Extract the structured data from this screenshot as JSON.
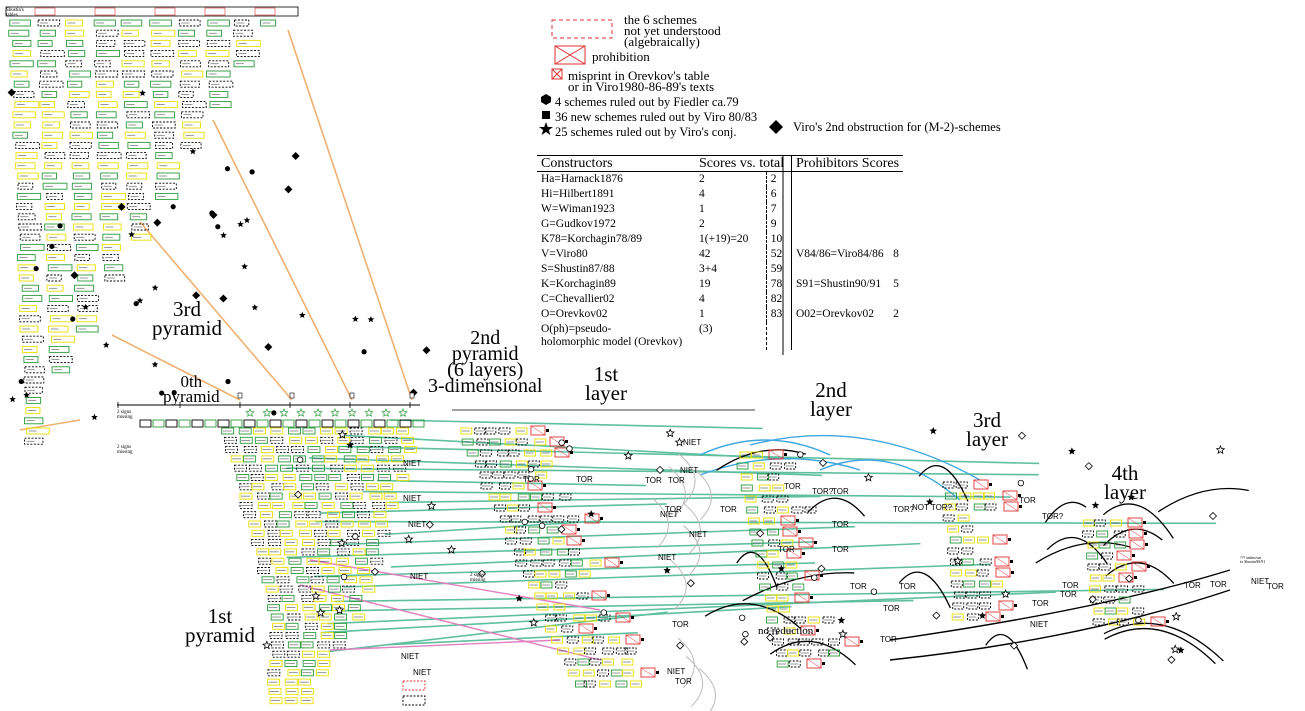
{
  "labels": {
    "pyramid3": "3rd\npyramid",
    "pyramid0": "0th\npyramid",
    "pyramid2": "2nd\npyramid\n(6 layers)\n3-dimensional",
    "pyramid1": "1st\npyramid",
    "layer1": "1st\nlayer",
    "layer2": "2nd\nlayer",
    "layer3": "3rd\nlayer",
    "layer4": "4th\nlayer",
    "no_reduction": "no reduction",
    "tor": "TOR",
    "tor_q": "TOR?",
    "niet": "NIET",
    "not_tor": "NOT TOR?"
  },
  "legend": {
    "dashed": "the 6 schemes\nnot yet understood\n(algebraically)",
    "prohibition": "prohibition",
    "misprint": "misprint in Orevkov's table\nor in Viro1980-86-89's texts",
    "fiedler": "4 schemes ruled out by Fiedler ca.79",
    "viro_new": "36 new schemes ruled out by Viro 80/83",
    "viro_conj": "25 schemes ruled out by Viro's conj.",
    "viro_2nd": "Viro's 2nd obstruction for (M-2)-schemes"
  },
  "table": {
    "headers": [
      "Constructors",
      "Scores vs. total",
      "Prohibitors Scores"
    ],
    "rows": [
      {
        "name": "Ha=Harnack1876",
        "score": "2",
        "total": "2",
        "proh": "",
        "proh_score": ""
      },
      {
        "name": "Hi=Hilbert1891",
        "score": "4",
        "total": "6",
        "proh": "",
        "proh_score": ""
      },
      {
        "name": "W=Wiman1923",
        "score": "1",
        "total": "7",
        "proh": "",
        "proh_score": ""
      },
      {
        "name": "G=Gudkov1972",
        "score": "2",
        "total": "9",
        "proh": "",
        "proh_score": ""
      },
      {
        "name": "K78=Korchagin78/89",
        "score": "1(+19)=20",
        "total": "10",
        "proh": "",
        "proh_score": ""
      },
      {
        "name": "V=Viro80",
        "score": "42",
        "total": "52",
        "proh": "V84/86=Viro84/86",
        "proh_score": "8"
      },
      {
        "name": "S=Shustin87/88",
        "score": "3+4",
        "total": "59",
        "proh": "",
        "proh_score": ""
      },
      {
        "name": "K=Korchagin89",
        "score": "19",
        "total": "78",
        "proh": "S91=Shustin90/91",
        "proh_score": "5"
      },
      {
        "name": "C=Chevallier02",
        "score": "4",
        "total": "82",
        "proh": "",
        "proh_score": ""
      },
      {
        "name": "O=Orevkov02",
        "score": "1",
        "total": "83",
        "proh": "O02=Orevkov02",
        "proh_score": "2"
      },
      {
        "name": "O(ph)=pseudo-\nholomorphic model (Orevkov)",
        "score": "(3)",
        "total": "",
        "proh": "",
        "proh_score": ""
      }
    ]
  },
  "colors": {
    "green_line": "#5fbf9f",
    "orange_line": "#f0b070",
    "pink_line": "#e080c0",
    "blue_line": "#40a8e0",
    "green_box": "#2a9a3a",
    "yellow_box": "#e8e000",
    "red_box": "#e03030"
  },
  "notes": {
    "corner": "Shustin's\ntables",
    "small1": "2 signs\nmissing",
    "small2": "2 signs\nmissing",
    "small3": "2 signs\nmissing",
    "viro_note": "??? unknown\nto Shustin90/91"
  }
}
